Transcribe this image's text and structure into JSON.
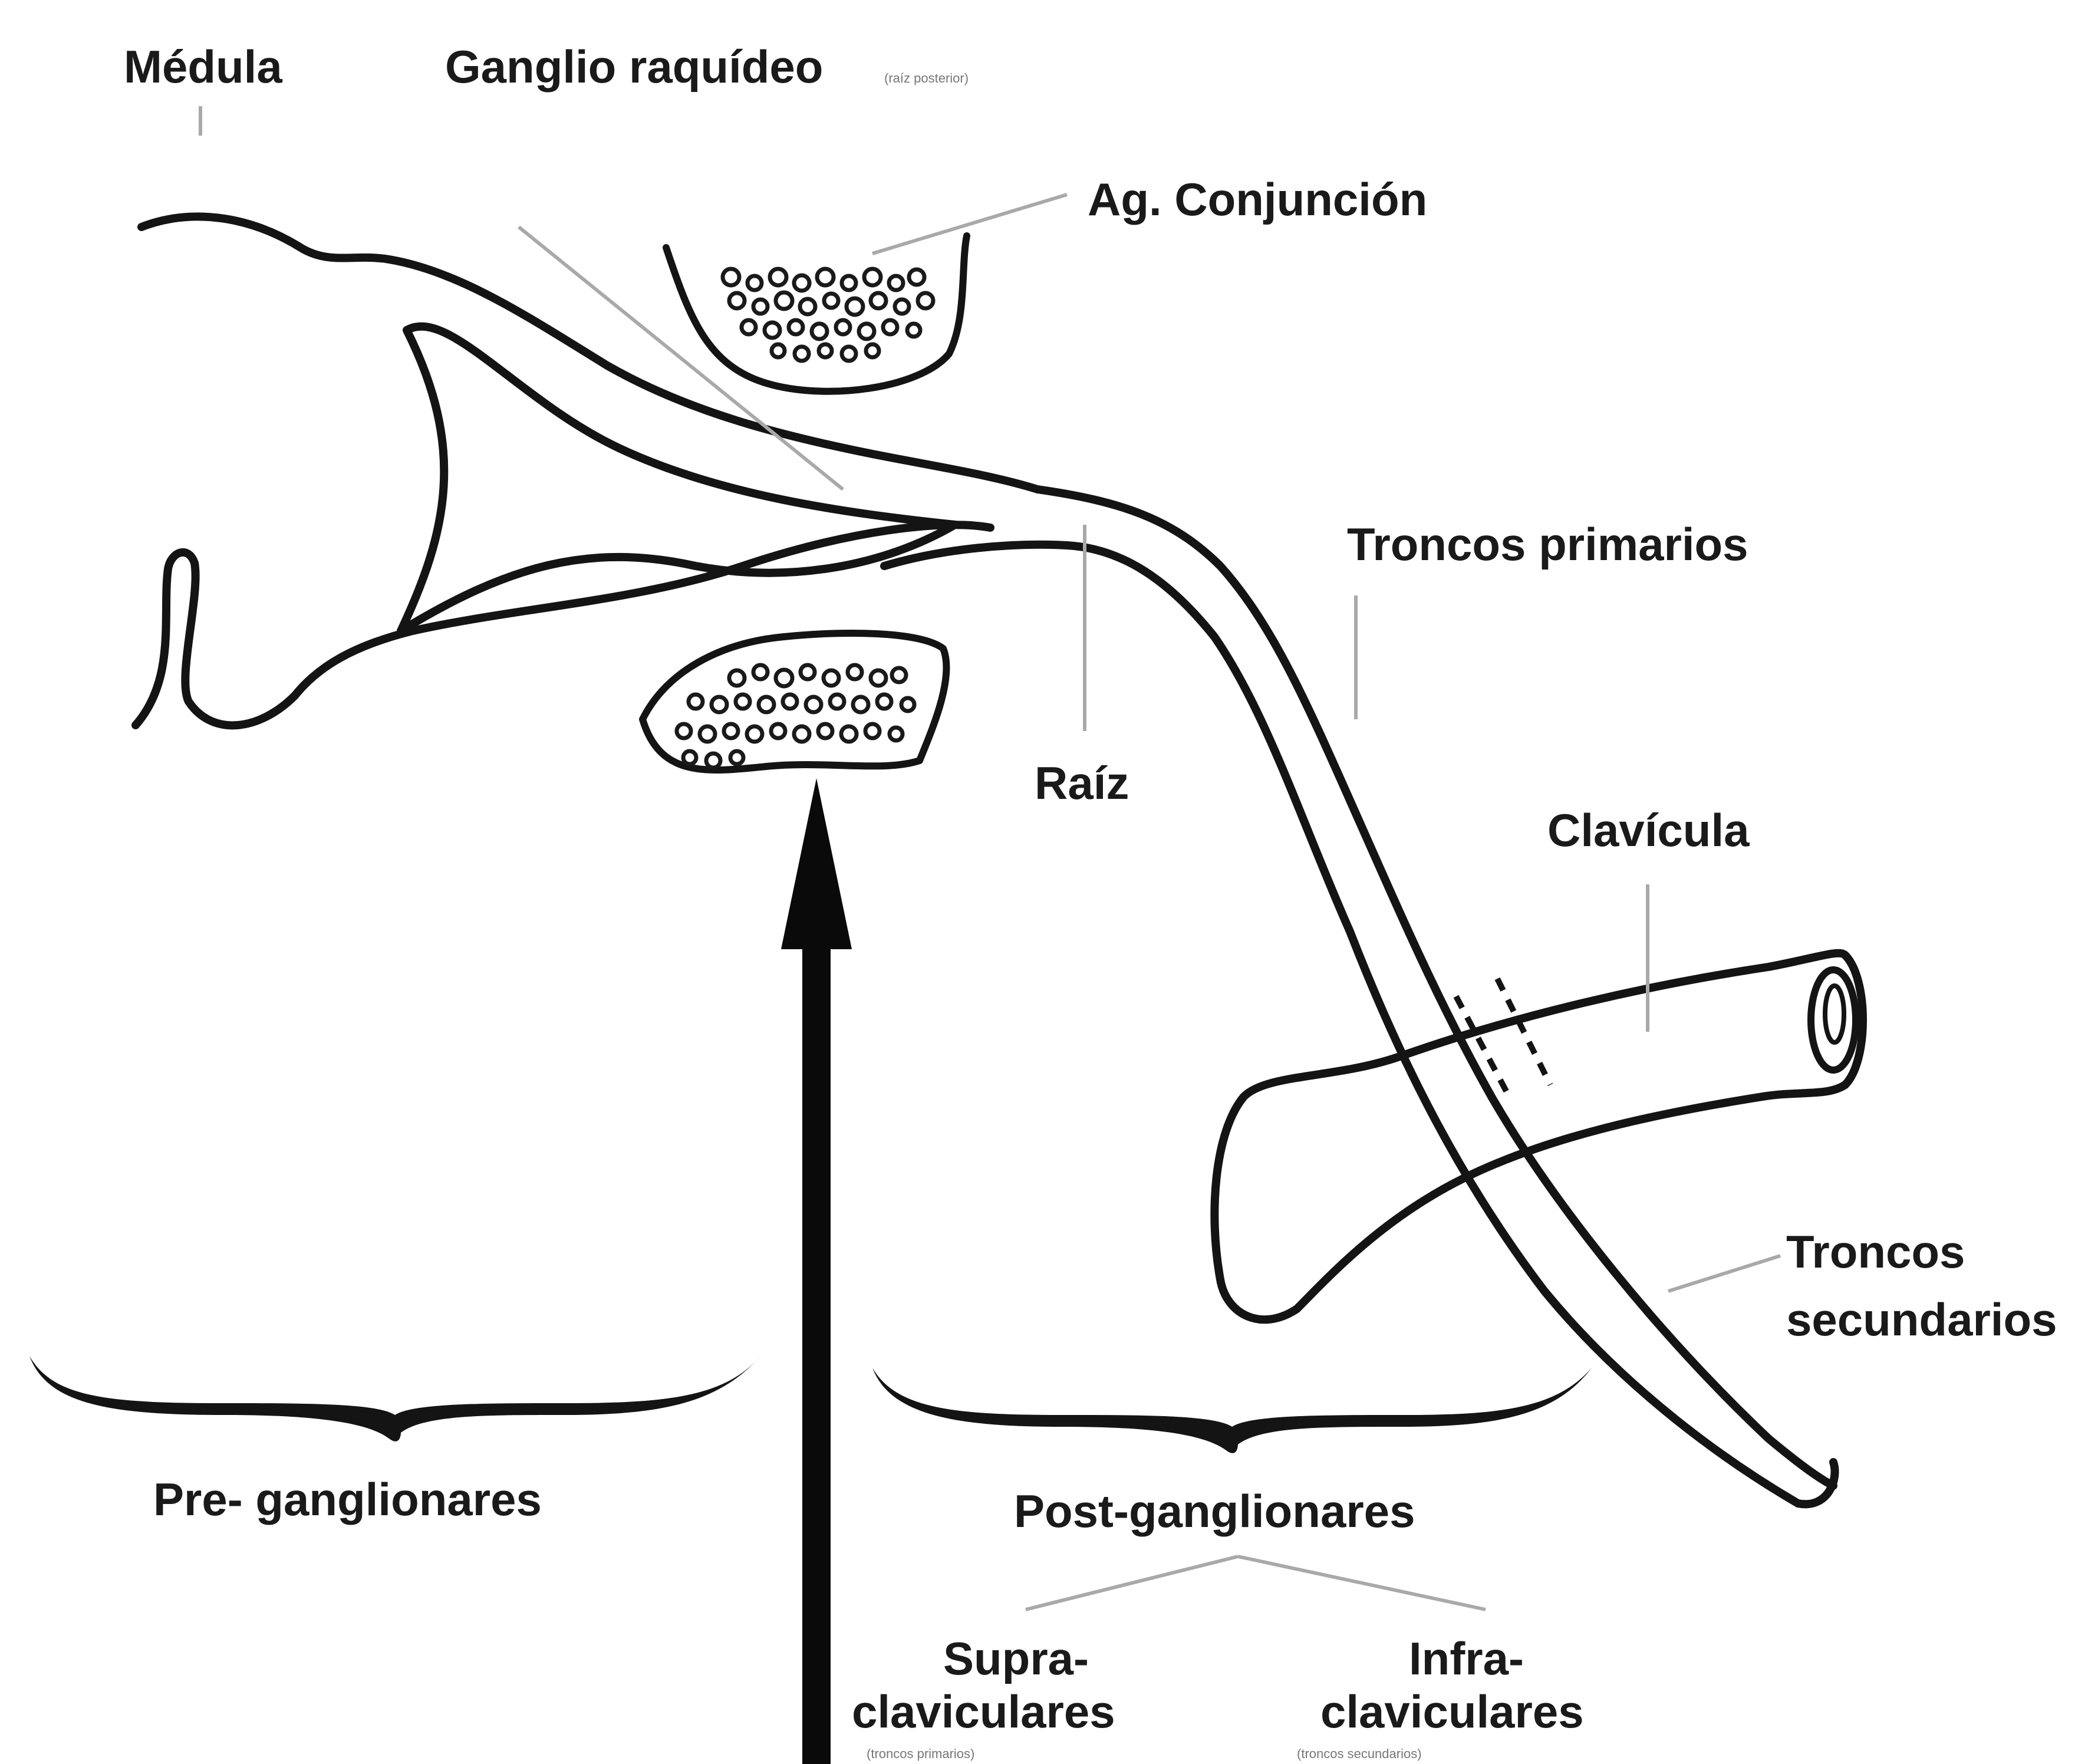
{
  "labels": {
    "medula": "Médula",
    "ganglio": "Ganglio raquídeo",
    "ganglio_note": "(raíz posterior)",
    "ag_conjuncion": "Ag. Conjunción",
    "troncos_primarios": "Troncos primarios",
    "raiz": "Raíz",
    "clavicula": "Clavícula",
    "troncos_secundarios_1": "Troncos",
    "troncos_secundarios_2": "secundarios",
    "pre_ganglionares": "Pre- ganglionares",
    "post_ganglionares": "Post-ganglionares",
    "supra_1": "Supra-",
    "supra_2": "claviculares",
    "supra_note": "(troncos primarios)",
    "infra_1": "Infra-",
    "infra_2": "claviculares",
    "infra_note": "(troncos secundarios)"
  },
  "colors": {
    "ink": "#141414",
    "leader": "#a9a9a9",
    "background": "#ffffff"
  }
}
